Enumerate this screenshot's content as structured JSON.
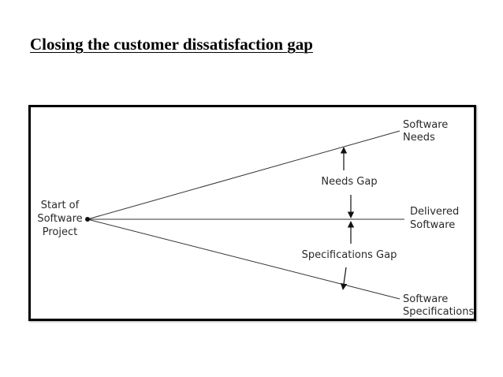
{
  "title": "Closing the customer dissatisfaction gap",
  "diagram": {
    "start_label": [
      "Start of",
      "Software",
      "Project"
    ],
    "needs_label": [
      "Software",
      "Needs"
    ],
    "delivered_label": [
      "Delivered",
      "Software"
    ],
    "specs_label": [
      "Software",
      "Specifications"
    ],
    "needs_gap_label": "Needs Gap",
    "specs_gap_label": "Specifications Gap"
  }
}
